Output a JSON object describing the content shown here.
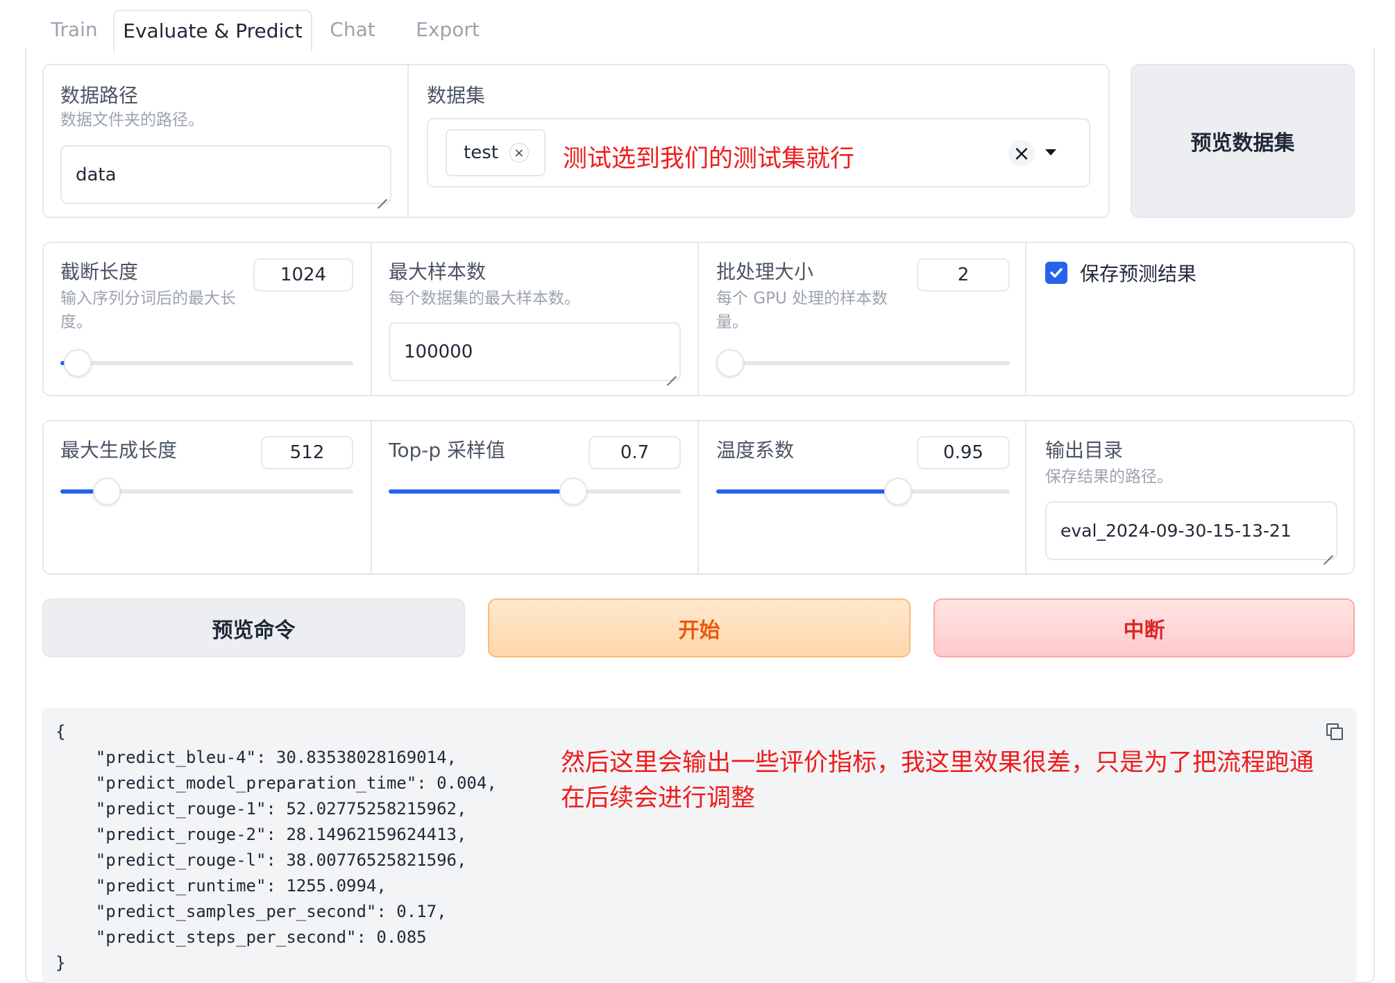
{
  "tabs": [
    {
      "label": "Train"
    },
    {
      "label": "Evaluate & Predict"
    },
    {
      "label": "Chat"
    },
    {
      "label": "Export"
    }
  ],
  "data_path": {
    "label": "数据路径",
    "info": "数据文件夹的路径。",
    "value": "data"
  },
  "dataset": {
    "label": "数据集",
    "chip": "test",
    "annotation": "测试选到我们的测试集就行"
  },
  "preview_dataset_button": "预览数据集",
  "cutoff_len": {
    "label": "截断长度",
    "info_line1": "输入序列分词后的最大长",
    "info_line2": "度。",
    "value": "1024",
    "fraction": 0.03
  },
  "max_samples": {
    "label": "最大样本数",
    "info": "每个数据集的最大样本数。",
    "value": "100000"
  },
  "batch_size": {
    "label": "批处理大小",
    "info_line1": "每个 GPU 处理的样本数",
    "info_line2": "量。",
    "value": "2",
    "fraction": 0.0
  },
  "predict_checkbox": {
    "label": "保存预测结果",
    "checked": true
  },
  "max_new_tokens": {
    "label": "最大生成长度",
    "value": "512",
    "fraction": 0.16
  },
  "top_p": {
    "label": "Top-p 采样值",
    "value": "0.7",
    "fraction": 0.67
  },
  "temperature": {
    "label": "温度系数",
    "value": "0.95",
    "fraction": 0.61
  },
  "output_dir": {
    "label": "输出目录",
    "info": "保存结果的路径。",
    "value": "eval_2024-09-30-15-13-21"
  },
  "buttons": {
    "preview_cmd": "预览命令",
    "start": "开始",
    "abort": "中断"
  },
  "output": {
    "lines": [
      "{",
      "    \"predict_bleu-4\": 30.83538028169014,",
      "    \"predict_model_preparation_time\": 0.004,",
      "    \"predict_rouge-1\": 52.02775258215962,",
      "    \"predict_rouge-2\": 28.14962159624413,",
      "    \"predict_rouge-l\": 38.00776525821596,",
      "    \"predict_runtime\": 1255.0994,",
      "    \"predict_samples_per_second\": 0.17,",
      "    \"predict_steps_per_second\": 0.085",
      "}"
    ],
    "annotation_line1": "然后这里会输出一些评价指标，我这里效果很差，只是为了把流程跑通",
    "annotation_line2": "在后续会进行调整"
  },
  "colors": {
    "accent": "#2563eb",
    "annotation": "#ef1c1c",
    "start_text": "#ea580c",
    "abort_text": "#dc2626"
  }
}
